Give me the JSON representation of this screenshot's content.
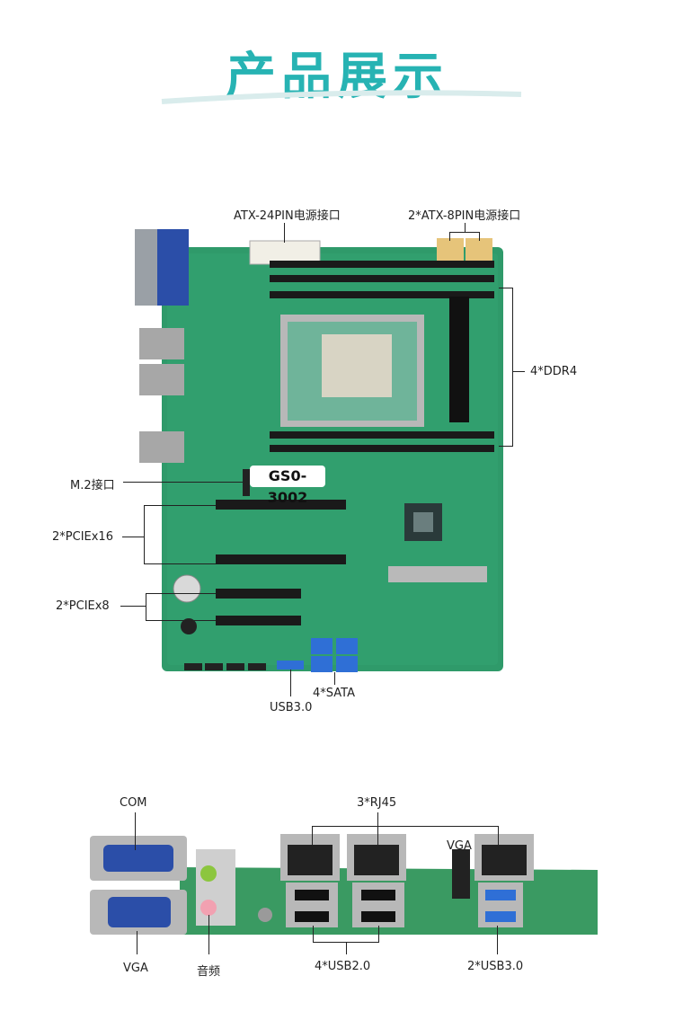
{
  "title": "产品展示",
  "board": {
    "model": "GS0-3002",
    "labels": {
      "atx24": "ATX-24PIN电源接口",
      "atx8": "2*ATX-8PIN电源接口",
      "ddr4": "4*DDR4",
      "m2": "M.2接口",
      "pcie16": "2*PCIEx16",
      "pcie8": "2*PCIEx8",
      "sata": "4*SATA",
      "usb30_internal": "USB3.0"
    }
  },
  "io_panel": {
    "labels": {
      "com": "COM",
      "rj45": "3*RJ45",
      "vga_top": "VGA",
      "vga_bottom": "VGA",
      "audio": "音频",
      "usb20": "4*USB2.0",
      "usb30": "2*USB3.0"
    }
  },
  "colors": {
    "title": "#27b3b3",
    "pcb": "#2f9a6a",
    "pcb_dark": "#1f7a52",
    "ram_slot": "#1a1a1a",
    "sata": "#2f6fd6",
    "metal": "#b8b8b8",
    "vga_blue": "#2b4ea8"
  }
}
